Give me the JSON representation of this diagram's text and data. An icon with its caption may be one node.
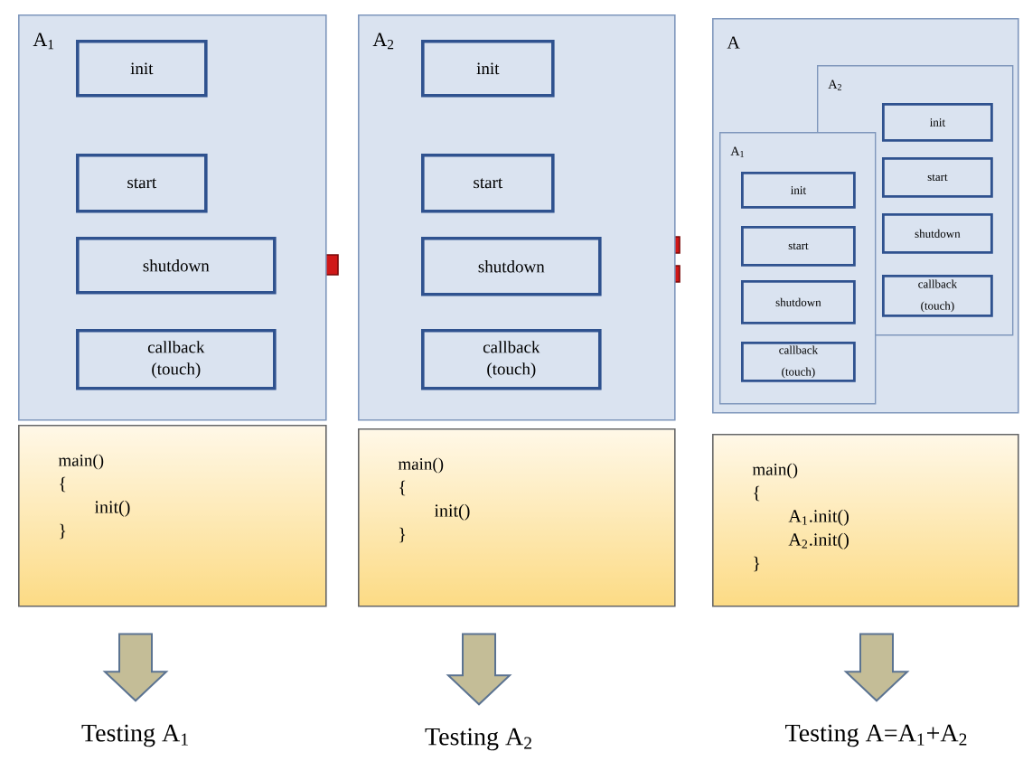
{
  "diagram": {
    "nodes": [
      {
        "text": [
          "A$_{1}$"
        ]
      },
      {
        "text": [
          "init"
        ],
        "in": 0
      },
      {
        "text": [
          "start"
        ],
        "in": 0
      },
      {
        "text": [
          "shutdown"
        ],
        "in": 0
      },
      {
        "text": [
          "callback (touch)"
        ],
        "in": 0
      },
      {
        "text": [
          "main()",
          "{",
          "init()",
          "}"
        ]
      },
      {
        "text": [
          "Testing A$_{1}$"
        ]
      },
      {
        "text": [
          "A$_{2}$"
        ]
      },
      {
        "text": [
          "init"
        ],
        "in": 7
      },
      {
        "text": [
          "start"
        ],
        "in": 7
      },
      {
        "text": [
          "shutdown"
        ],
        "in": 7
      },
      {
        "text": [
          "callback (touch)"
        ],
        "in": 7
      },
      {
        "text": [
          "main()",
          "{",
          "init()",
          "}"
        ]
      },
      {
        "text": [
          "Testing A$_{2}$"
        ]
      },
      {
        "text": [
          "A"
        ]
      },
      {
        "text": [
          "A$_{2}$"
        ],
        "in": 14
      },
      {
        "text": [
          "init"
        ],
        "in": 15
      },
      {
        "text": [
          "start"
        ],
        "in": 15
      },
      {
        "text": [
          "shutdown"
        ],
        "in": 15
      },
      {
        "text": [
          "callback (touch)"
        ],
        "in": 15
      },
      {
        "text": [
          "A$_{1}$"
        ],
        "in": 14
      },
      {
        "text": [
          "init"
        ],
        "in": 20
      },
      {
        "text": [
          "start"
        ],
        "in": 20
      },
      {
        "text": [
          "shutdown"
        ],
        "in": 20
      },
      {
        "text": [
          "callback (touch)"
        ],
        "in": 20
      },
      {
        "text": [
          "main()",
          "{",
          "A$_{1}$.init()",
          "A$_{2}$.init()",
          "}"
        ]
      },
      {
        "text": [
          "Testing A=A$_{1}$+A$_{2}$"
        ]
      }
    ],
    "edges": [
      {
        "from": 5,
        "to": 6,
        "arrow": "to"
      },
      {
        "from": 12,
        "to": 13,
        "arrow": "to"
      },
      {
        "from": 25,
        "to": 26,
        "arrow": "to"
      }
    ]
  }
}
